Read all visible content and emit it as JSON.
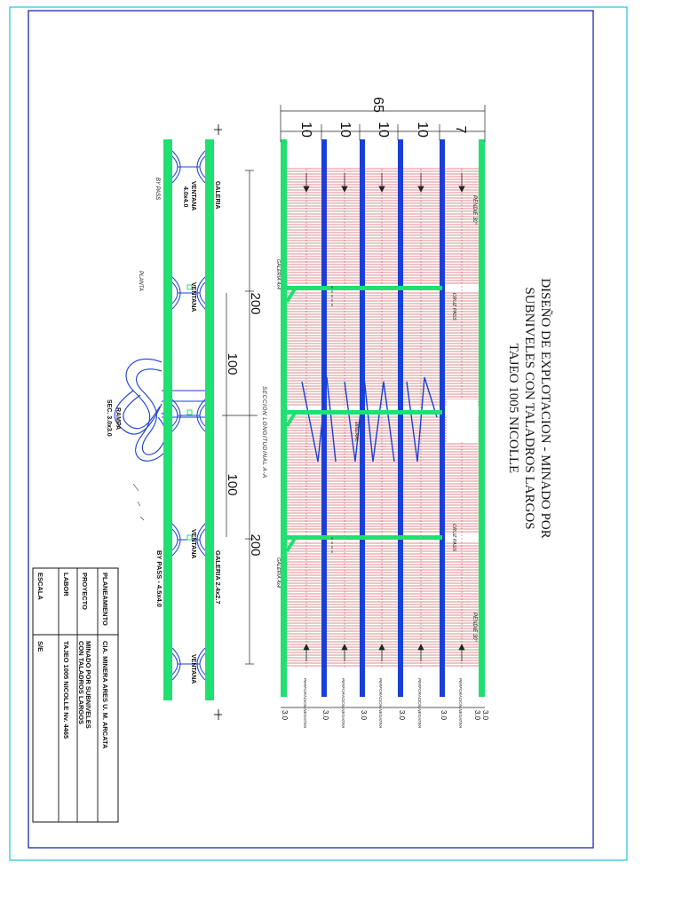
{
  "title_lines": [
    "DISEÑO DE EXPLOTACION - MINADO POR",
    "SUBNIVELES CON TALADROS LARGOS",
    "TAJEO 1005 NICOLLE"
  ],
  "section": {
    "total_dim": "65",
    "col_dims": [
      "10",
      "10",
      "10",
      "10",
      "7"
    ],
    "bottom_dims": [
      "3.0",
      "3.0",
      "3.0",
      "3.0",
      "3.0",
      "3.0",
      "3.0"
    ],
    "pendiente_labels": [
      "PENDIE 30°",
      "PENDIE 30°"
    ],
    "cruz_labels": [
      "CRUZ PASS",
      "CRUZ PASS"
    ],
    "galeria_labels": [
      "GALERIA 4x4",
      "GALERIA 4x4"
    ],
    "perforacion_label": "PERFORACION NEGATIVA",
    "seccion_label": "SECCION LONGITUDINAL A-A",
    "ore_label": "MINERAL"
  },
  "plan": {
    "galeria_top": "GALERIA",
    "ventana_top": "VENTANA\n4.0x4.0",
    "bypass_top": "BY PASS",
    "planta_label": "PLANTA",
    "ventana_labels": [
      "VENTANA",
      "VENTANA",
      "VENTANA"
    ],
    "rampa_label": "RAMPA",
    "rampa_sec": "SEC. 3.0x3.0",
    "galeria_bottom": "GALERIA 2.4x2.7",
    "bypass_bottom": "BY PASS  -  4.5x4.0",
    "dims": [
      "200",
      "100",
      "100",
      "200"
    ]
  },
  "table": {
    "rows": [
      {
        "key": "PLANEAMIENTO",
        "value": "CIA. MINERA ARES  U. M. ARCATA"
      },
      {
        "key": "PROYECTO",
        "value": "MINADO  POR  SUBNIVELES\nCON  TALADROS  LARGOS"
      },
      {
        "key": "LABOR",
        "value": "TAJEO 1005  NICOLLE  Nv. 4465"
      },
      {
        "key": "ESCALA",
        "value": "S/E"
      }
    ]
  },
  "colors": {
    "green": "#1fe070",
    "blue": "#1a3fd8",
    "red": "#c0181c",
    "frame": "#2a3ab0",
    "outer": "#1cc7d6"
  }
}
